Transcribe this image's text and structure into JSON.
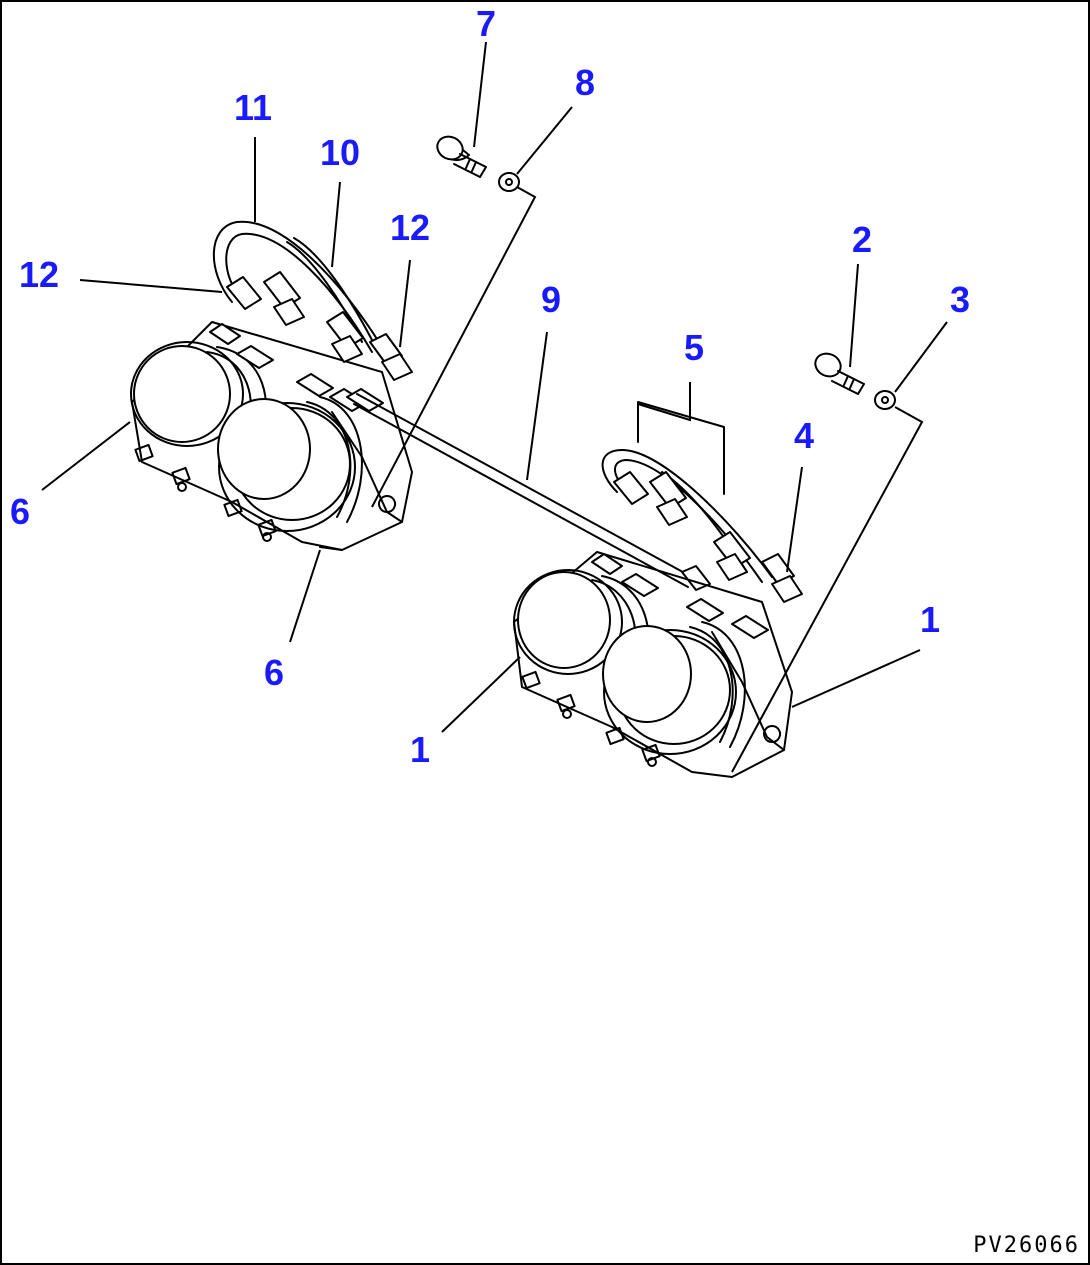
{
  "drawing_code": "PV26066",
  "callouts": {
    "c1a": "1",
    "c1b": "1",
    "c2": "2",
    "c3": "3",
    "c4": "4",
    "c5": "5",
    "c6a": "6",
    "c6b": "6",
    "c7": "7",
    "c8": "8",
    "c9": "9",
    "c10": "10",
    "c11": "11",
    "c12a": "12",
    "c12b": "12"
  },
  "colors": {
    "callout": "#1a1aff",
    "line": "#000000",
    "background": "#ffffff"
  }
}
